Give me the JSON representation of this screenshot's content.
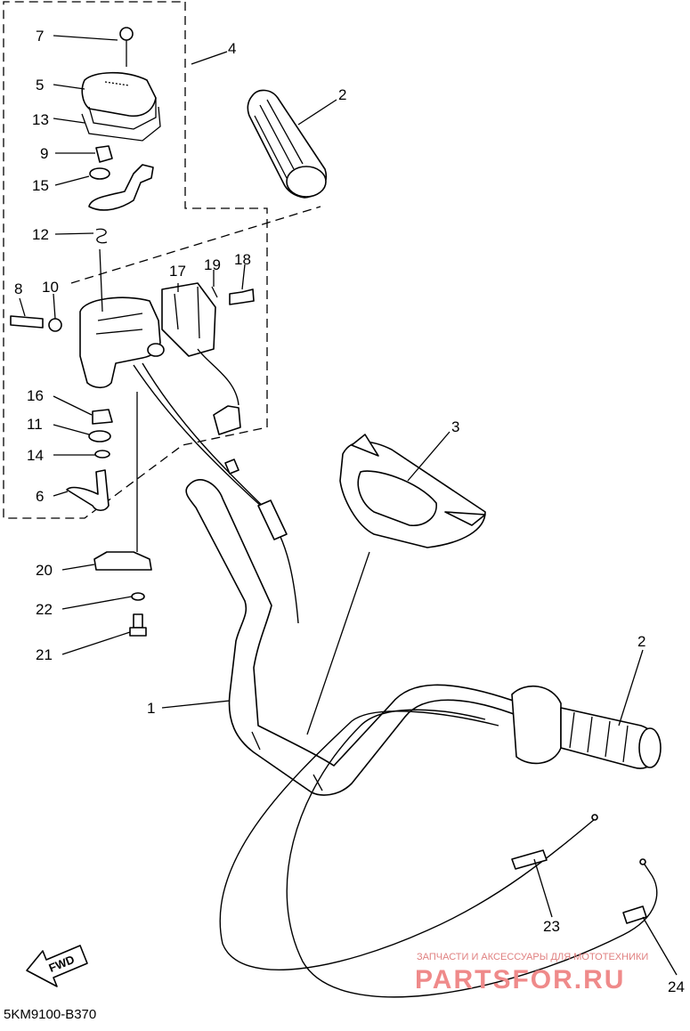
{
  "callouts": {
    "c1": "1",
    "c2a": "2",
    "c2b": "2",
    "c3": "3",
    "c4": "4",
    "c5": "5",
    "c6": "6",
    "c7": "7",
    "c8": "8",
    "c9": "9",
    "c10": "10",
    "c11": "11",
    "c12": "12",
    "c13": "13",
    "c14": "14",
    "c15": "15",
    "c16": "16",
    "c17": "17",
    "c18": "18",
    "c19": "19",
    "c20": "20",
    "c21": "21",
    "c22": "22",
    "c23": "23",
    "c24": "24"
  },
  "diagram_code": "5KM9100-B370",
  "forward_label": "FWD",
  "watermark": {
    "tagline": "ЗАПЧАСТИ И АКСЕССУАРЫ ДЛЯ МОТОТЕХНИКИ",
    "brand": "PARTSFOR.RU"
  },
  "colors": {
    "line": "#000000",
    "background": "#ffffff",
    "watermark": "#ef8a8a"
  }
}
